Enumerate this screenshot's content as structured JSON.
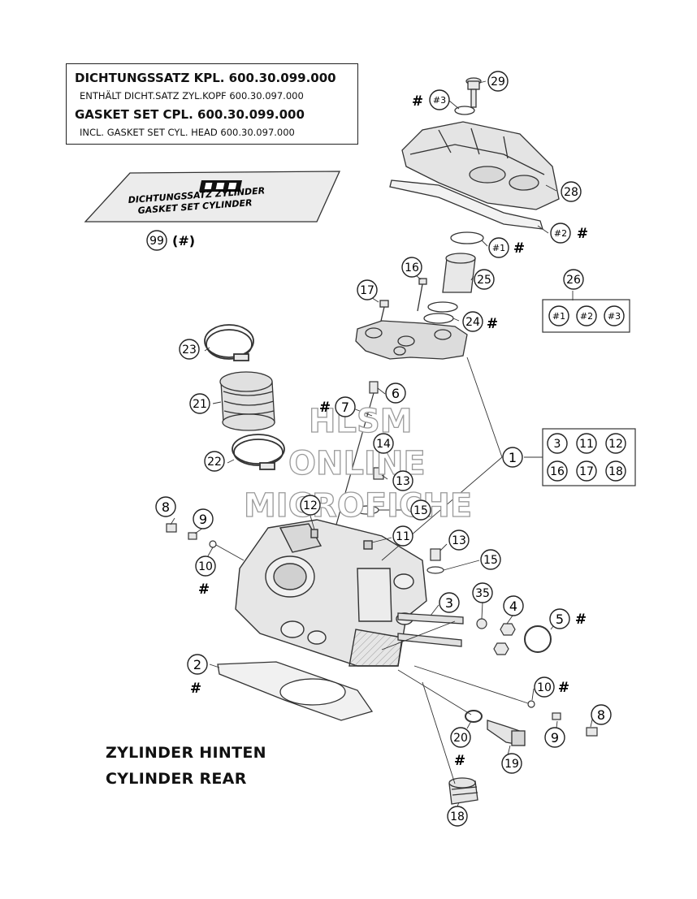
{
  "gasket_box": {
    "line1": "DICHTUNGSSATZ KPL.   600.30.099.000",
    "line2": "ENTHÄLT DICHT.SATZ ZYL.KOPF  600.30.097.000",
    "line3": "GASKET SET CPL.          600.30.099.000",
    "line4": "INCL. GASKET SET CYL. HEAD  600.30.097.000"
  },
  "gasket_card": {
    "line1": "DICHTUNGSSATZ ZYLINDER",
    "line2": "GASKET SET CYLINDER",
    "ref_number": "99",
    "ref_tag": "(#)"
  },
  "caption": {
    "line1": "ZYLINDER HINTEN",
    "line2": "CYLINDER REAR"
  },
  "watermark": {
    "line1": "HLSM",
    "line2": "ONLINE",
    "line3": "MICROFICHE"
  },
  "hash_mark": "#",
  "callouts": {
    "c29": "29",
    "c3h": "#3",
    "c28": "28",
    "c2h": "#2",
    "c1h": "#1",
    "c25": "25",
    "c16": "16",
    "c17": "17",
    "c24": "24",
    "c26": "26",
    "c23": "23",
    "c21": "21",
    "c22": "22",
    "c6": "6",
    "c7": "7",
    "c14": "14",
    "c13a": "13",
    "c15a": "15",
    "c12": "12",
    "c11": "11",
    "c13b": "13",
    "c15b": "15",
    "c1": "1",
    "c8a": "8",
    "c9a": "9",
    "c10a": "10",
    "c3": "3",
    "c35": "35",
    "c4": "4",
    "c5": "5",
    "c2": "2",
    "c10b": "10",
    "c8b": "8",
    "c9b": "9",
    "c20": "20",
    "c19": "19",
    "c18": "18"
  },
  "kit_26": [
    "#1",
    "#2",
    "#3"
  ],
  "kit_1": [
    "3",
    "11",
    "12",
    "16",
    "17",
    "18"
  ]
}
